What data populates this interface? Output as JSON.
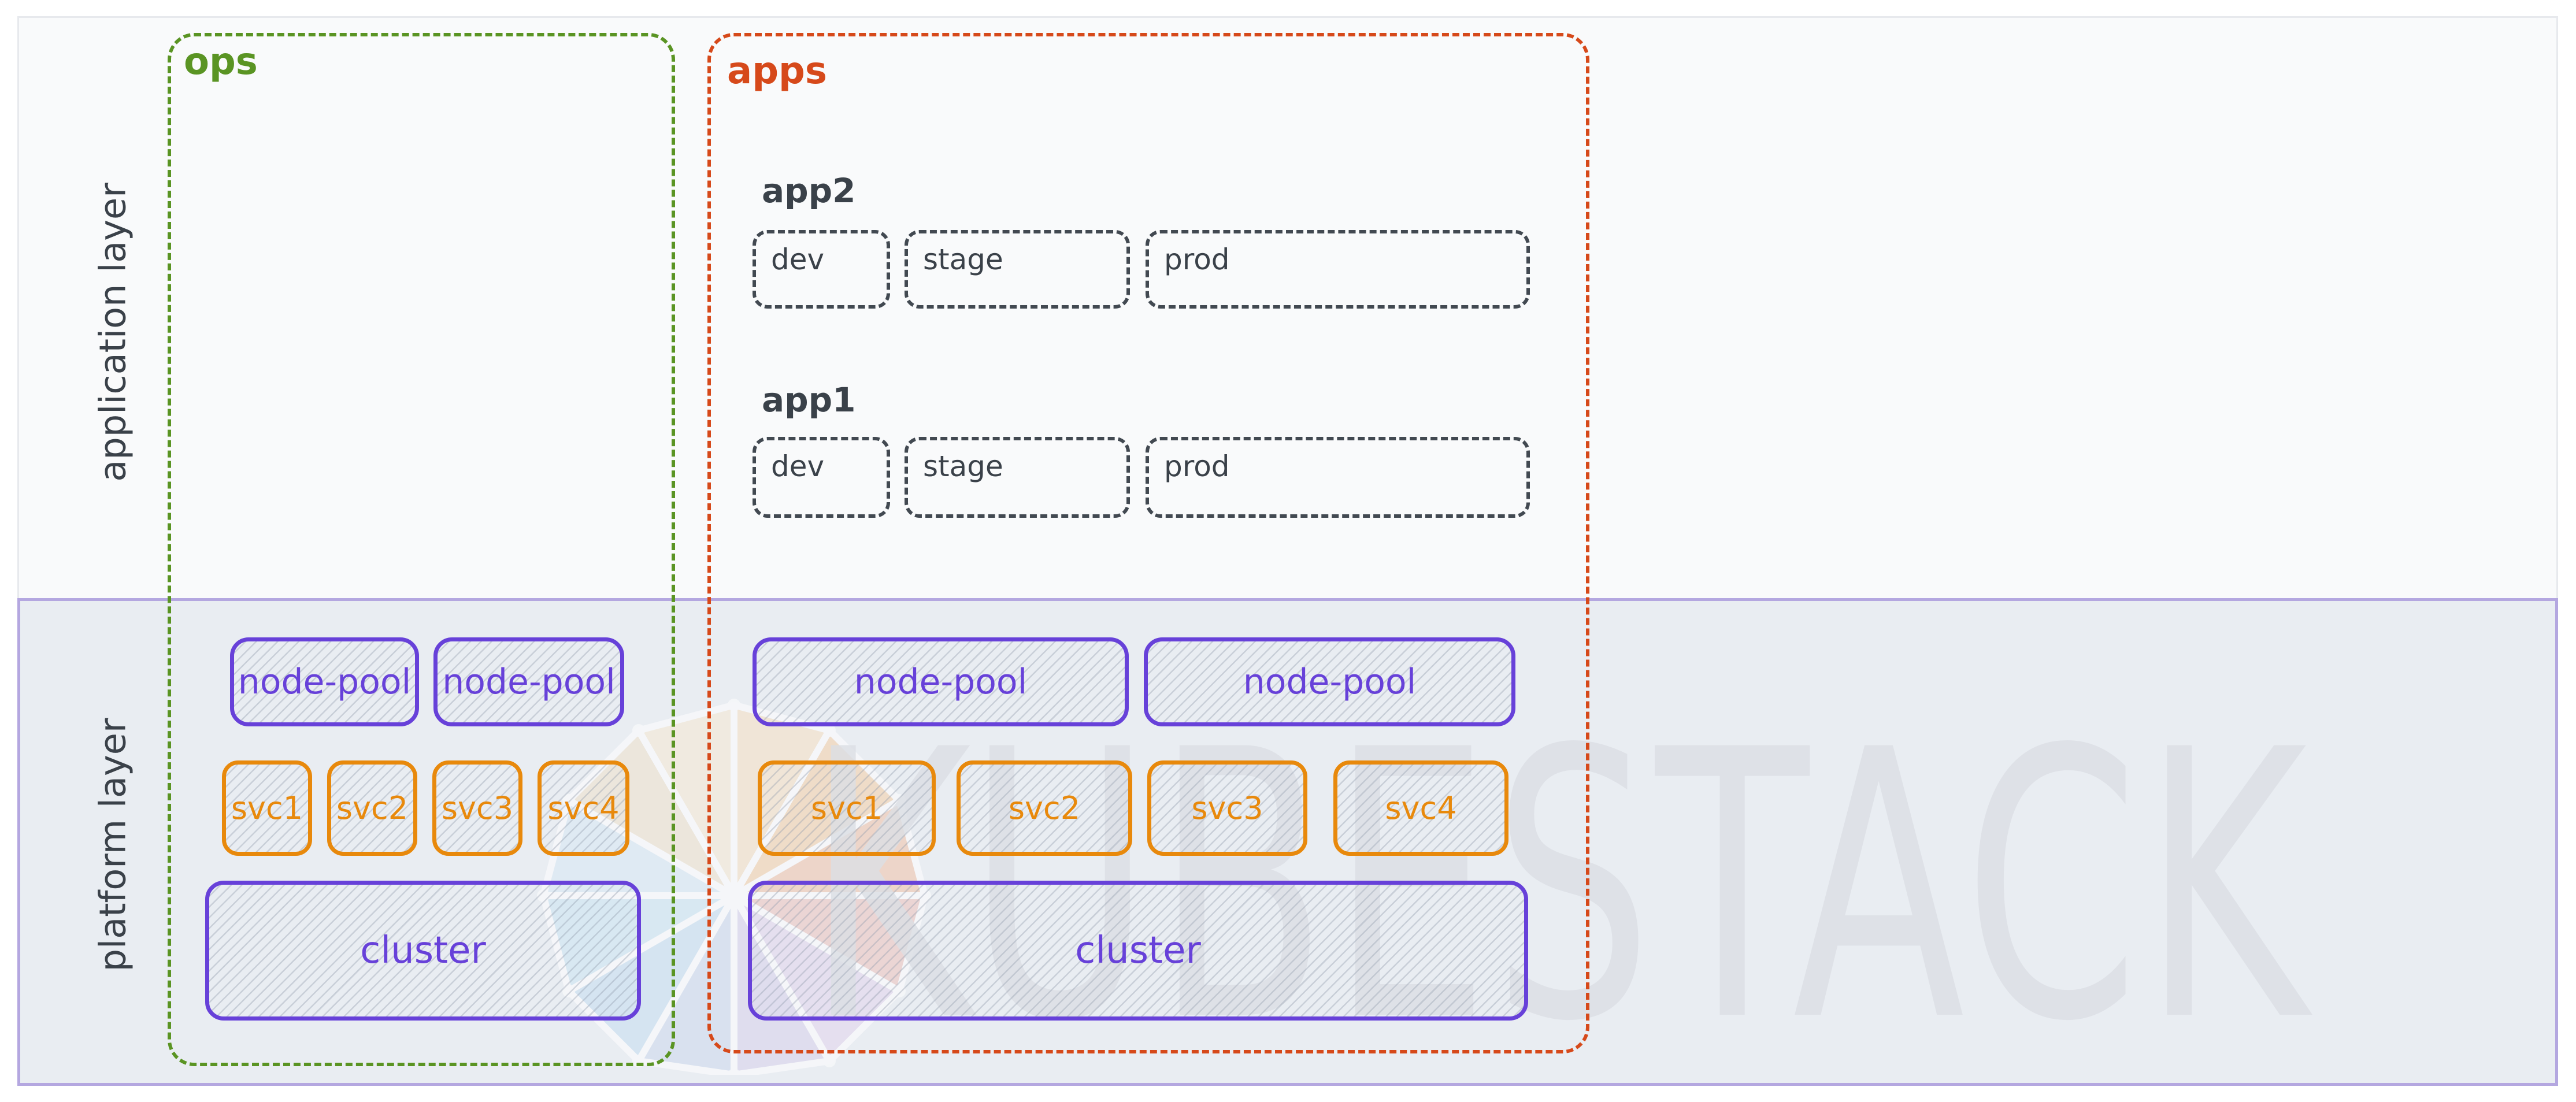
{
  "canvas": {
    "watermark_text": "KUBESTACK"
  },
  "layers": {
    "application": {
      "label": "application layer"
    },
    "platform": {
      "label": "platform layer"
    }
  },
  "groups": {
    "ops": {
      "label": "ops",
      "platform": {
        "node_pools": [
          "node-pool",
          "node-pool"
        ],
        "services": [
          "svc1",
          "svc2",
          "svc3",
          "svc4"
        ],
        "cluster": "cluster"
      }
    },
    "apps": {
      "label": "apps",
      "applications": [
        {
          "name": "app2",
          "environments": [
            "dev",
            "stage",
            "prod"
          ]
        },
        {
          "name": "app1",
          "environments": [
            "dev",
            "stage",
            "prod"
          ]
        }
      ],
      "platform": {
        "node_pools": [
          "node-pool",
          "node-pool"
        ],
        "services": [
          "svc1",
          "svc2",
          "svc3",
          "svc4"
        ],
        "cluster": "cluster"
      }
    }
  },
  "colors": {
    "ops_green": "#5a9423",
    "apps_red": "#d6491a",
    "infra_purple": "#6741d9",
    "service_orange": "#e8890c",
    "ink_dark": "#3a4149",
    "platform_band_fill": "#e9edf2",
    "platform_band_border": "#b4a7e0",
    "watermark_gray": "#dcdfe5"
  }
}
